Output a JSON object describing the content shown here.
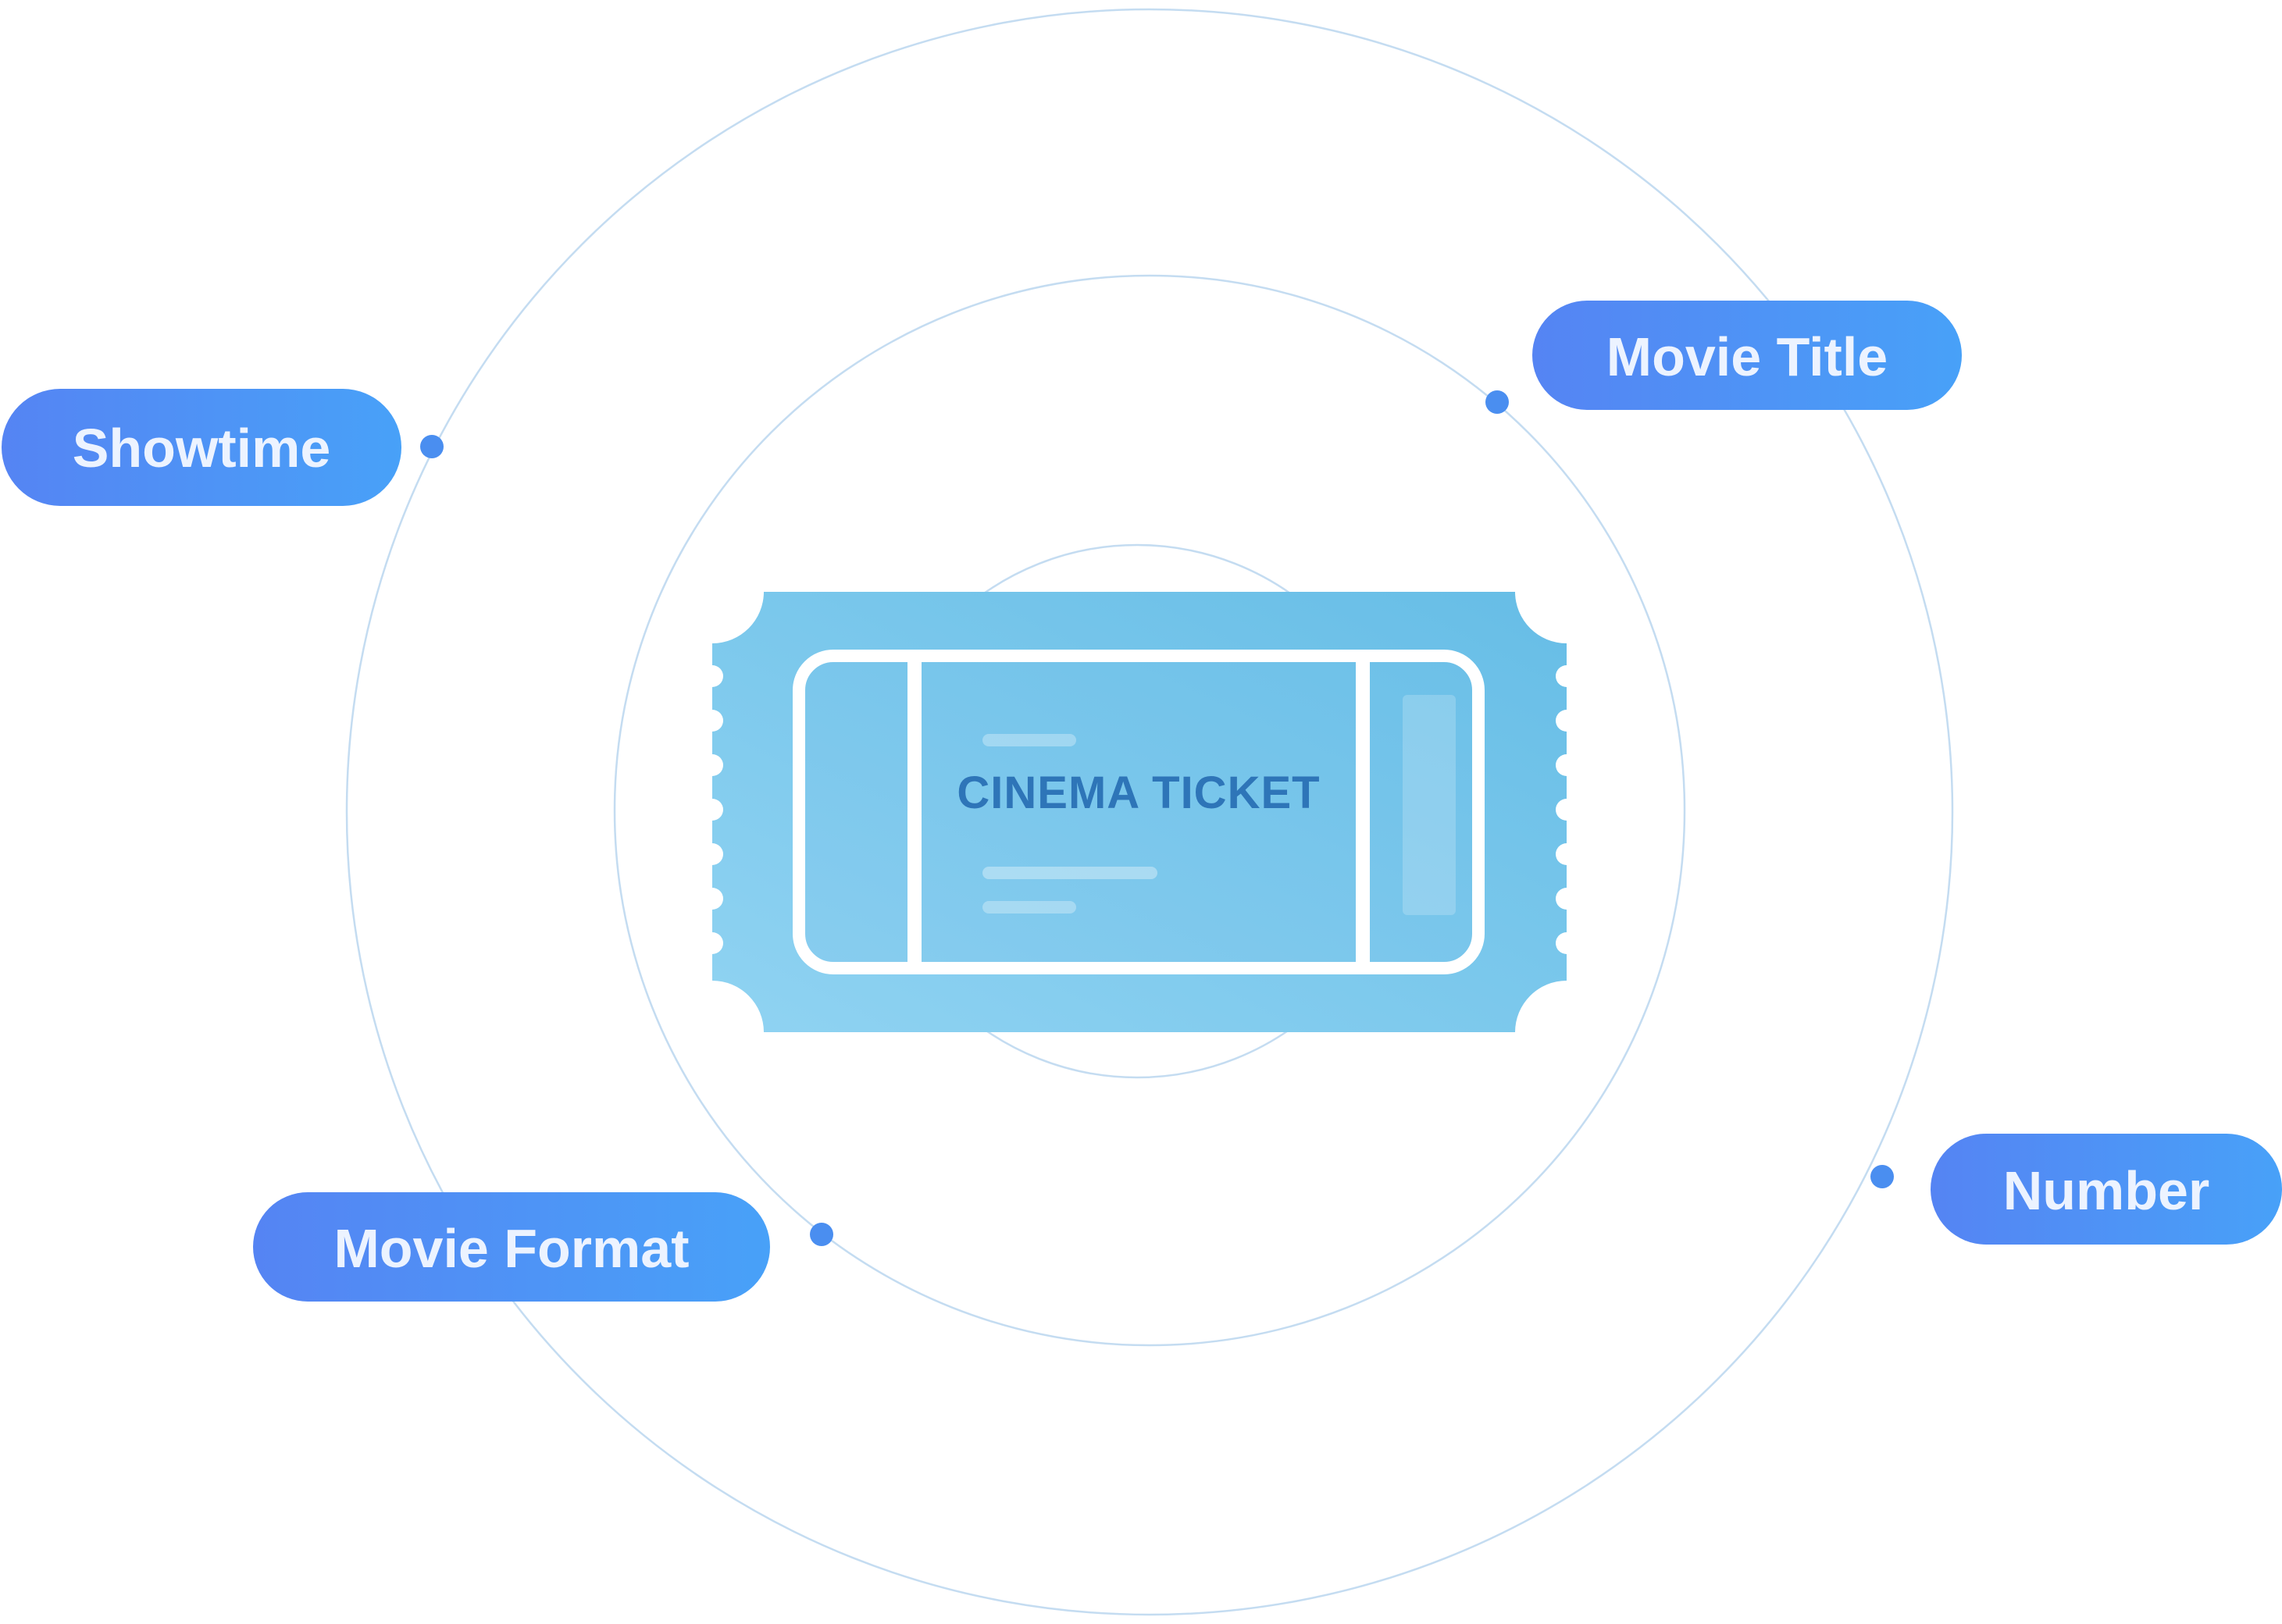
{
  "ticket": {
    "title": "CINEMA TICKET"
  },
  "labels": [
    {
      "id": "showtime",
      "text": "Showtime"
    },
    {
      "id": "movie-title",
      "text": "Movie Title"
    },
    {
      "id": "movie-format",
      "text": "Movie Format"
    },
    {
      "id": "number",
      "text": "Number"
    }
  ],
  "colors": {
    "pill_gradient_start": "#5584f3",
    "pill_gradient_end": "#48a1f8",
    "pill_text": "#ecf3ff",
    "dot": "#4a8ef0",
    "orbit_line": "#c4dcf1",
    "ticket_fill_light": "#90d3f2",
    "ticket_fill_dark": "#66bde6",
    "ticket_text": "#2e75b8"
  }
}
